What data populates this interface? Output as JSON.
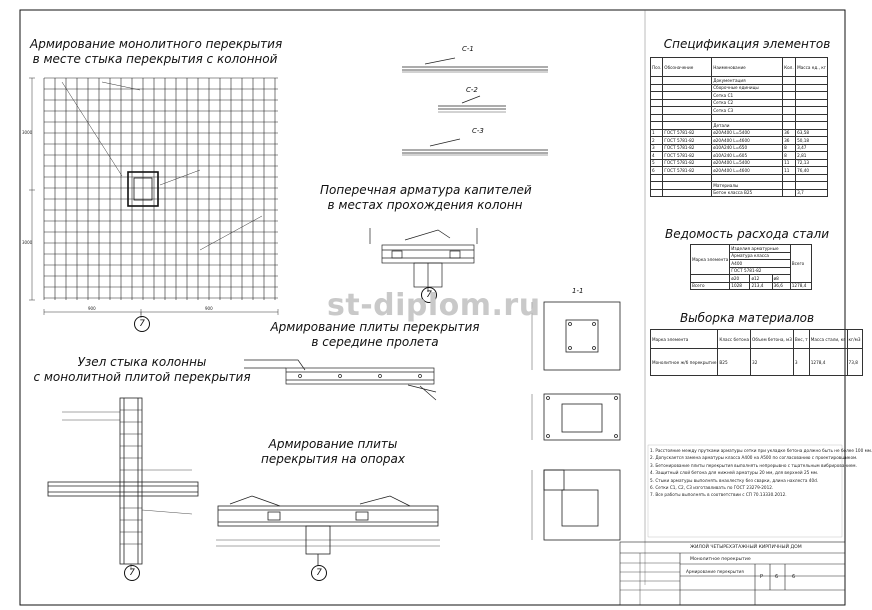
{
  "watermark": "st-diplom.ru",
  "titles": {
    "a1": "Армирование монолитного перекрытия",
    "a2": "в месте стыка перекрытия с  колонной",
    "b1": "Поперечная арматура капителей",
    "b2": "в местах прохождения колонн",
    "c1": "Армирование плиты перекрытия",
    "c2": "в середине пролета",
    "d1": "Узел стыка колонны",
    "d2": "с монолитной плитой перекрытия",
    "e1": "Армирование плиты",
    "e2": "перекрытия на опорах",
    "spec": "Спецификация элементов",
    "steel": "Ведомость расхода стали",
    "mat": "Выборка материалов"
  },
  "sections": {
    "s1": "С-1",
    "s2": "С-2",
    "s3": "С-3",
    "cut": "1-1"
  },
  "axis": "7",
  "grid_labels": {
    "bottom_left": "900",
    "bottom_right": "900",
    "left_top": "3000",
    "left_bottom": "3000"
  },
  "spec_table": {
    "headers": [
      "Поз.",
      "Обозначение",
      "Наименование",
      "Кол.",
      "Масса ед., кг"
    ],
    "rows": [
      [
        "",
        "",
        "Документация",
        "",
        ""
      ],
      [
        "",
        "",
        "Сборочные единицы",
        "",
        ""
      ],
      [
        "",
        "",
        "Сетка С1",
        "",
        ""
      ],
      [
        "",
        "",
        "Сетка С2",
        "",
        ""
      ],
      [
        "",
        "",
        "Сетка С3",
        "",
        ""
      ],
      [
        "",
        "",
        "",
        "",
        ""
      ],
      [
        "",
        "",
        "Детали",
        "",
        ""
      ],
      [
        "1",
        "ГОСТ 5781-82",
        "ø20А400 L=5400",
        "36",
        "63,58"
      ],
      [
        "2",
        "ГОСТ 5781-82",
        "ø20А400 L=4600",
        "36",
        "50,18"
      ],
      [
        "3",
        "ГОСТ 5781-82",
        "ø10А240 L=650",
        "8",
        "3,47"
      ],
      [
        "4",
        "ГОСТ 5781-82",
        "ø10А240 L=605",
        "8",
        "2,81"
      ],
      [
        "5",
        "ГОСТ 5781-82",
        "ø20А400 L=5400",
        "11",
        "72,13"
      ],
      [
        "6",
        "ГОСТ 5781-82",
        "ø20А400 L=4600",
        "11",
        "76,40"
      ],
      [
        "",
        "",
        "",
        "",
        ""
      ],
      [
        "",
        "",
        "Материалы",
        "",
        ""
      ],
      [
        "",
        "",
        "Бетон класса В25",
        "",
        "3,7"
      ]
    ]
  },
  "steel_table": {
    "row1": "Изделия арматурные",
    "row2": "Арматура класса",
    "row3": "А400",
    "row4": "ГОСТ 5781-82",
    "left": "Марка элемента",
    "right": "Всего",
    "cols": [
      "ø20",
      "ø12",
      "ø8"
    ],
    "label": "Всего",
    "vals": [
      "1028",
      "213,4",
      "36,6",
      "1278,4"
    ]
  },
  "mat_table": {
    "headers": [
      "Марка элемента",
      "Класс бетона",
      "Объем бетона, м3",
      "Вес, т",
      "Масса стали, кг",
      "кг/м3"
    ],
    "row": [
      "Монолитное ж/б перекрытие",
      "В25",
      "32",
      "3",
      "1278,4",
      "73,8"
    ]
  },
  "notes": [
    "1. Расстояние между прутками арматуры сетки при укладке бетона должно быть не более 100 мм.",
    "2. Допускается замена арматуры класса А400 на А500 по согласованию с проектировщиком.",
    "3. Бетонирование плиты перекрытия выполнять непрерывно с тщательным вибрированием.",
    "4. Защитный слой бетона для нижней арматуры 20 мм, для верхней 25 мм.",
    "5. Стыки арматуры выполнять внахлестку без сварки, длина нахлеста 40d.",
    "6. Сетки С1, С2, С3 изготавливать по ГОСТ 23279-2012.",
    "7. Все работы выполнять в соответствии с СП 70.13330.2012."
  ],
  "stamp": {
    "org": "ЖИЛОЙ ЧЕТЫРЕХЭТАЖНЫЙ КИРПИЧНЫЙ ДОМ",
    "title": "Монолитное перекрытие",
    "sheet_name": "Армирование перекрытия",
    "sheet": "6",
    "sheets": "6",
    "stage": "Р"
  }
}
